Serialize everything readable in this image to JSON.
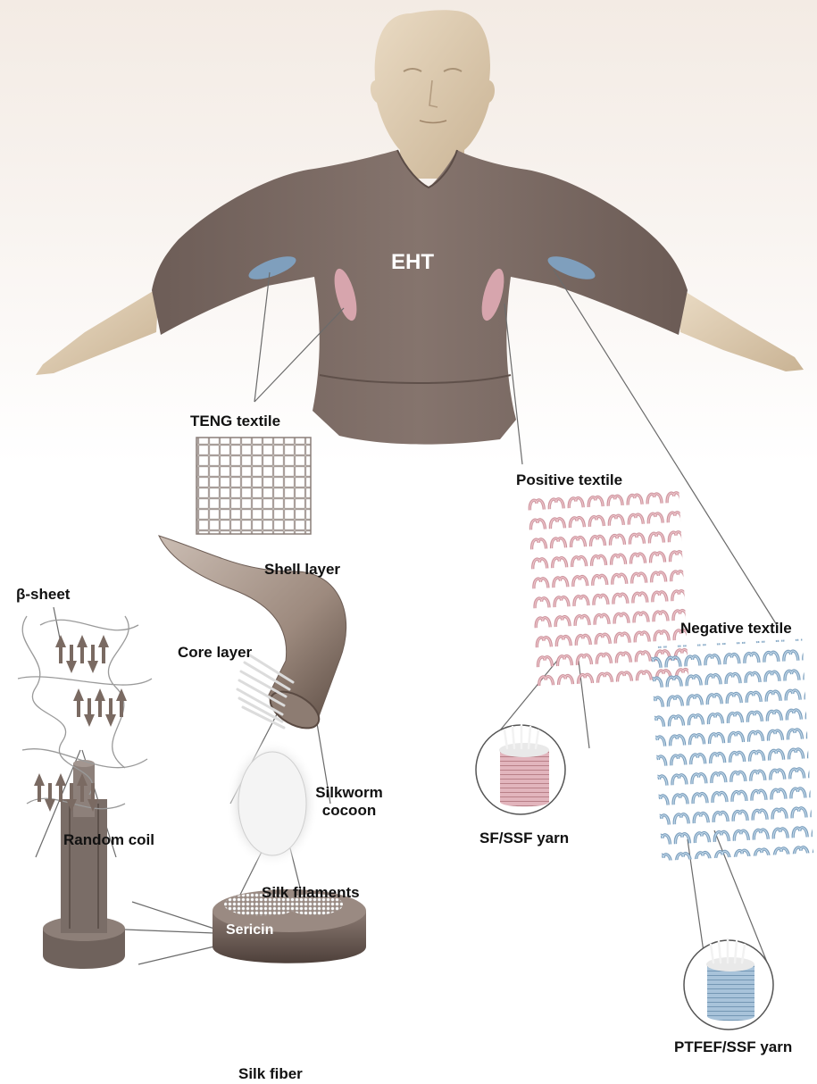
{
  "labels": {
    "eht": "EHT",
    "teng_textile": "TENG textile",
    "shell_layer": "Shell layer",
    "core_layer": "Core layer",
    "beta_sheet": "β-sheet",
    "random_coil": "Random coil",
    "silkworm_cocoon_line1": "Silkworm",
    "silkworm_cocoon_line2": "cocoon",
    "silk_filaments": "Silk filaments",
    "sericin": "Sericin",
    "silk_fiber": "Silk fiber",
    "positive_textile": "Positive textile",
    "negative_textile": "Negative textile",
    "sf_ssf_yarn": "SF/SSF yarn",
    "ptfef_ssf_yarn": "PTFEF/SSF yarn"
  },
  "colors": {
    "shirt": "#7d6c66",
    "skin": "#e2cfb4",
    "positive": "#d9a9b1",
    "negative": "#9fbcd4",
    "silk": "#8a7a72"
  }
}
